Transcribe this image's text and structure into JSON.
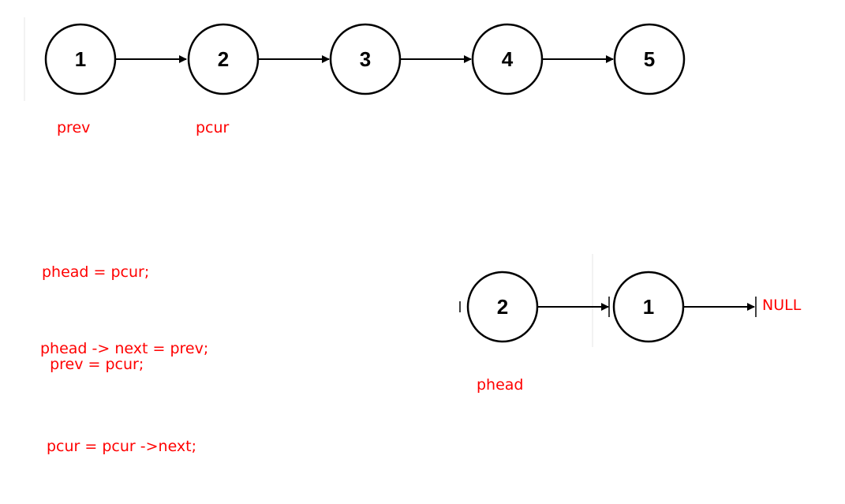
{
  "top_list": {
    "nodes": [
      "1",
      "2",
      "3",
      "4",
      "5"
    ]
  },
  "pointers": {
    "prev": "prev",
    "pcur": "pcur",
    "phead": "phead"
  },
  "code": {
    "line1": "phead = pcur;",
    "line2": "phead -> next = prev;",
    "line3": "  prev = pcur;",
    "line4": "pcur = pcur ->next;"
  },
  "bottom_list": {
    "nodes": [
      "2",
      "1"
    ],
    "terminal": "NULL"
  },
  "colors": {
    "label": "#ff0000",
    "node_stroke": "#000000"
  }
}
